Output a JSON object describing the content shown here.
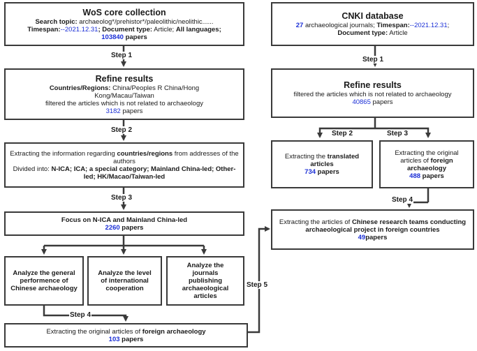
{
  "wos": {
    "title": "WoS core collection",
    "topic_label": "Search topic:",
    "topic_value": " archaeolog*/prehistor*/paleolithic/neolithic......",
    "timespan_label": "Timespan:",
    "timespan_value": "--2021.12.31",
    "doctype_label": "; Document type:",
    "doctype_value": " Article; ",
    "lang": "All languages;",
    "count": "103840",
    "count_suffix": " papers"
  },
  "wos_refine": {
    "title": "Refine results",
    "countries_label": "Countries/Regions:",
    "countries_value": " China/Peoples R China/Hong Kong/Macau/Taiwan",
    "filtered": "filtered the articles which is not related to archaeology",
    "count": "3182",
    "count_suffix": " papers"
  },
  "wos_extract": {
    "line1_a": "Extracting the information regarding ",
    "line1_b": "countries/regions",
    "line1_c": " from addresses of the authors",
    "line2_a": "Divided into: ",
    "line2_b": "N-ICA; ICA; a special category; Mainland China-led; Other-led; HK/Macao/Taiwan-led"
  },
  "focus": {
    "title": "Focus on N-ICA and Mainland China-led",
    "count": "2260",
    "count_suffix": " papers"
  },
  "analyze": [
    {
      "text": "Analyze the general performence of Chinese archaeology"
    },
    {
      "text": "Analyze the level of international cooperation"
    },
    {
      "text": "Analyze the journals publishing archaeological articles"
    }
  ],
  "wos_foreign": {
    "text_a": "Extracting the original articles of ",
    "text_b": "foreign archaeology",
    "count": "103",
    "count_suffix": " papers"
  },
  "cnki": {
    "title": "CNKI database",
    "journals_count": "27",
    "journals_text": " archaeological journals; ",
    "timespan_label": "Timespan:",
    "timespan_value": "--2021.12.31",
    "doctype_label": "Document type:",
    "doctype_value": " Article"
  },
  "cnki_refine": {
    "title": "Refine results",
    "filtered": "filtered the articles which is not related to archaeology",
    "count": "40865",
    "count_suffix": " papers"
  },
  "cnki_translated": {
    "text_a": "Extracting the ",
    "text_b": "translated articles",
    "count": "734",
    "count_suffix": " papers"
  },
  "cnki_foreign": {
    "text_a": "Extracting the original articles of ",
    "text_b": "foreign archaeology",
    "count": "488",
    "count_suffix": " papers"
  },
  "cnki_chinese_teams": {
    "text_a": "Extracting the articles of ",
    "text_b": "Chinese research teams conducting archaeological project in foreign countries",
    "count": "49",
    "count_suffix": "papers"
  },
  "steps": {
    "wos_step1": "Step 1",
    "wos_step2": "Step 2",
    "wos_step3": "Step 3",
    "wos_step4": "Step 4",
    "step5": "Step 5",
    "cnki_step1": "Step 1",
    "cnki_step2": "Step 2",
    "cnki_step3": "Step 3",
    "cnki_step4": "Step 4"
  },
  "colors": {
    "count_blue": "#1b2fd6",
    "border": "#3a3a3a"
  }
}
